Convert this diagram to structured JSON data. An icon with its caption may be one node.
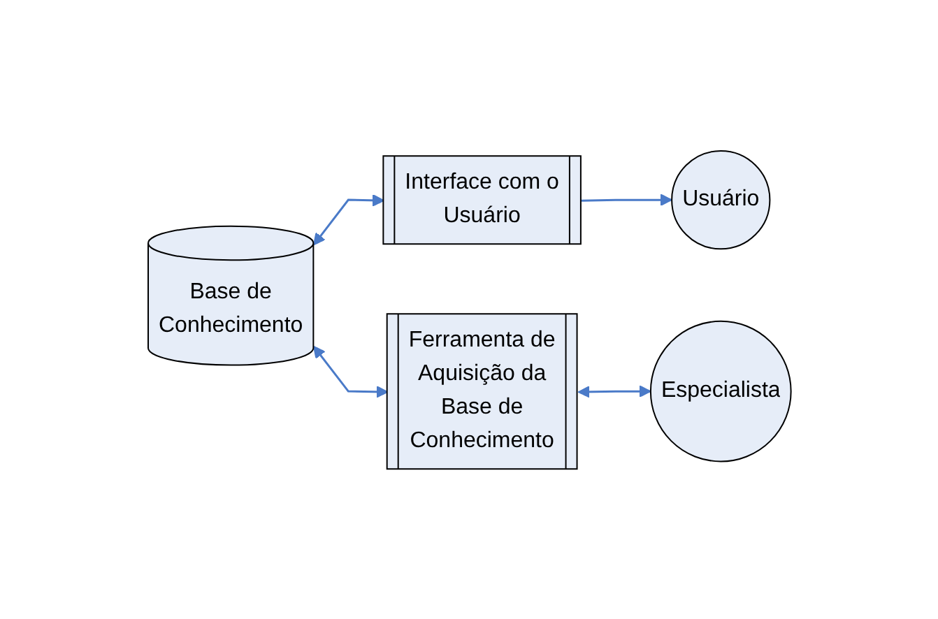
{
  "diagram": {
    "nodes": [
      {
        "text": [
          "Interface com o Usuário"
        ]
      },
      {
        "text": [
          "Usuário"
        ]
      },
      {
        "text": [
          "Base de Conhecimento"
        ]
      },
      {
        "text": [
          "Ferramenta de Aquisição da Base de Conhecimento"
        ]
      },
      {
        "text": [
          "Especialista"
        ]
      }
    ],
    "edges": [
      {
        "from": 2,
        "to": 0,
        "arrow": "both"
      },
      {
        "from": 0,
        "to": 1,
        "arrow": "to"
      },
      {
        "from": 2,
        "to": 3,
        "arrow": "both"
      },
      {
        "from": 3,
        "to": 4,
        "arrow": "both"
      }
    ]
  }
}
